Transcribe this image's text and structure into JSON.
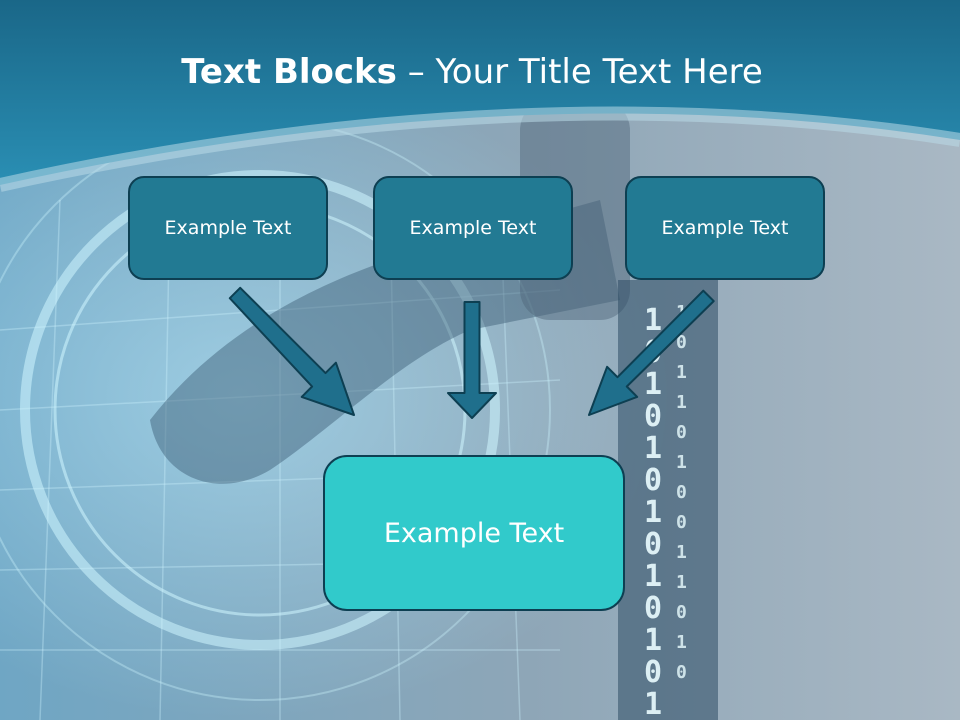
{
  "title": {
    "bold": "Text Blocks",
    "dash": " – ",
    "rest": "Your Title Text Here"
  },
  "blocks": {
    "top": [
      "Example Text",
      "Example Text",
      "Example Text"
    ],
    "bottom": "Example Text"
  },
  "background_binary_digits": {
    "column_left": [
      "1",
      "0",
      "1",
      "0",
      "1",
      "0",
      "1",
      "0",
      "1",
      "0",
      "1",
      "0",
      "1"
    ],
    "column_right": [
      "1",
      "0",
      "1",
      "1",
      "0",
      "1",
      "0",
      "0",
      "1",
      "1",
      "0",
      "1",
      "0"
    ]
  },
  "colors": {
    "header": "#1c6f91",
    "top_box": "#227a93",
    "bottom_box": "#31cacb",
    "box_border": "#0d3f52",
    "arrow": "#1f6f8c"
  }
}
